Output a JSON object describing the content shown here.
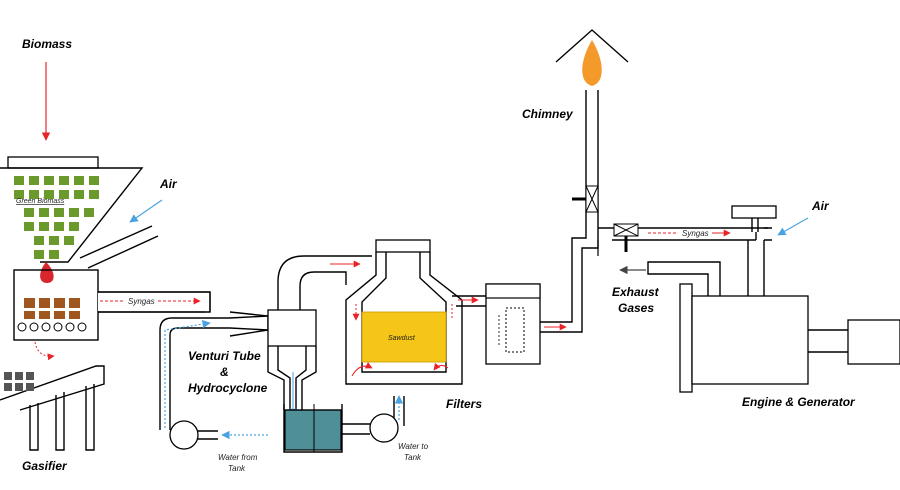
{
  "labels": {
    "biomass": "Biomass",
    "air_gasifier": "Air",
    "green_biomass": "Green Biomass",
    "syngas_gasifier": "Syngas",
    "gasifier": "Gasifier",
    "venturi_line1": "Venturi Tube",
    "venturi_line2": "&",
    "venturi_line3": "Hydrocyclone",
    "sawdust": "Sawdust",
    "filters": "Filters",
    "chimney": "Chimney",
    "syngas_engine": "Syngas",
    "air_engine": "Air",
    "exhaust_line1": "Exhaust",
    "exhaust_line2": "Gases",
    "engine_generator": "Engine & Generator",
    "water_from_line1": "Water from",
    "water_from_line2": "Tank",
    "water_to_line1": "Water to",
    "water_to_line2": "Tank"
  },
  "colors": {
    "biomass_green": "#6a9a2c",
    "char_brown": "#a0561f",
    "flame_red": "#d9262c",
    "flame_orange": "#f39a2a",
    "sawdust_yellow": "#f5c518",
    "water_teal": "#4f8f97",
    "gas_arrow_red": "#e8232a",
    "water_arrow_blue": "#4aa3e0",
    "ash_gray": "#555555"
  }
}
